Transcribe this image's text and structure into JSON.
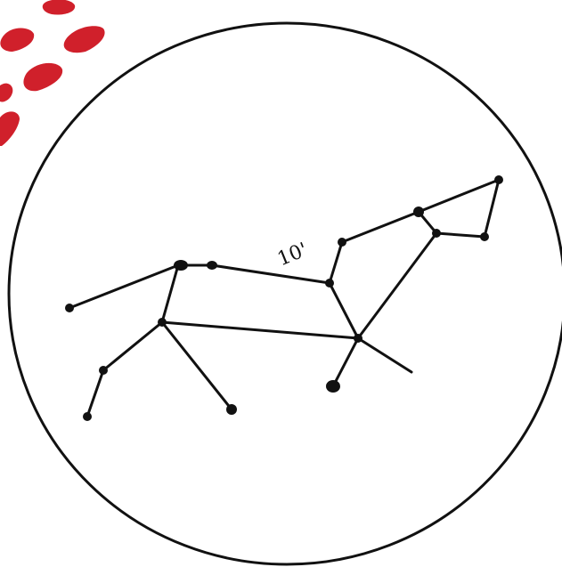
{
  "diagram": {
    "kind": "constellation-sketch",
    "stroke_color": "#111111",
    "accent_color": "#d0202b",
    "background_color": "#ffffff",
    "annotation_text": "10'",
    "decoration": "red-dashed-strokes-top-left"
  }
}
